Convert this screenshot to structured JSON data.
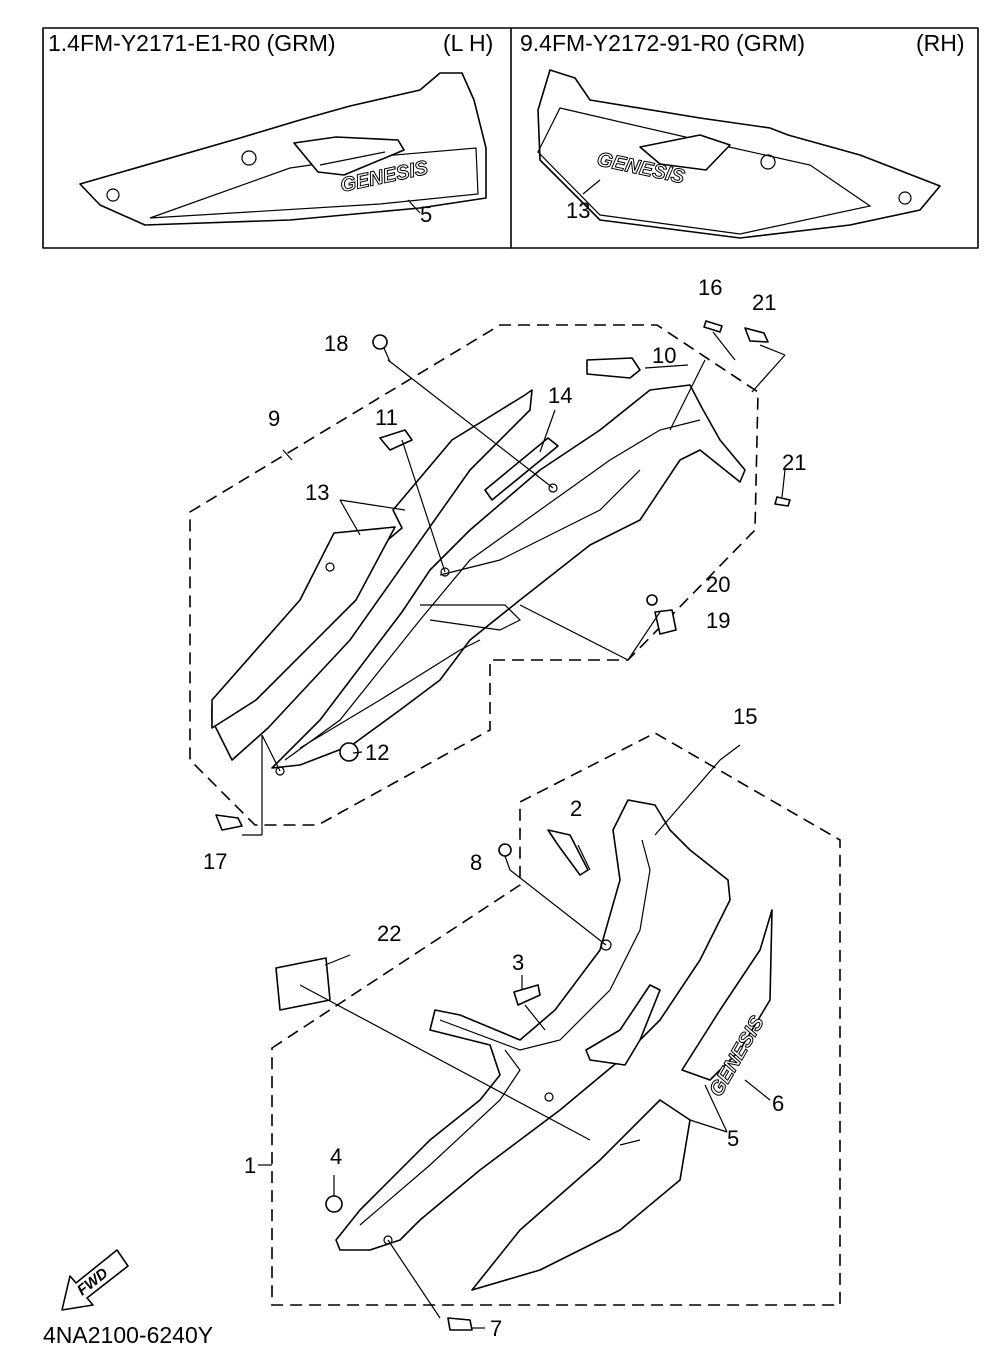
{
  "header": {
    "left": {
      "code": "1.4FM-Y2171-E1-R0 (GRM)",
      "side": "(L H)",
      "callout": "5"
    },
    "right": {
      "code": "9.4FM-Y2172-91-R0 (GRM)",
      "side": "(RH)",
      "callout": "13"
    }
  },
  "emblem_text": "GENESIS",
  "fwd_label": "FWD",
  "drawing_code": "4NA2100-6240Y",
  "callouts": {
    "c1": "1",
    "c2": "2",
    "c3": "3",
    "c4": "4",
    "c5": "5",
    "c6": "6",
    "c7": "7",
    "c8": "8",
    "c9": "9",
    "c10": "10",
    "c11": "11",
    "c12": "12",
    "c13": "13",
    "c14": "14",
    "c15": "15",
    "c16": "16",
    "c17": "17",
    "c18": "18",
    "c19": "19",
    "c20": "20",
    "c21a": "21",
    "c21b": "21",
    "c22": "22"
  }
}
